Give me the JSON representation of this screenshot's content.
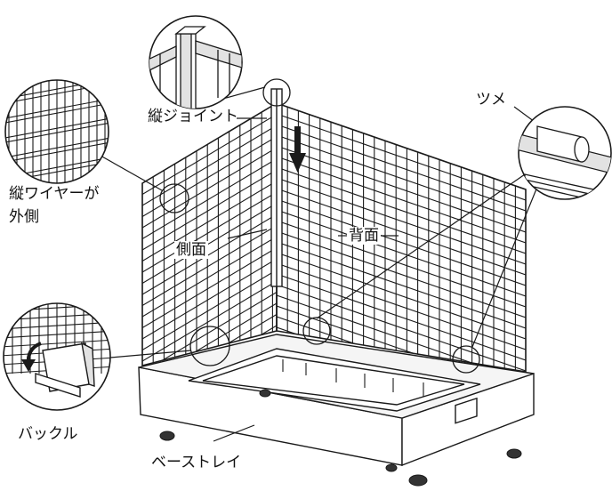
{
  "labels": {
    "vertical_joint": "縦ジョイント",
    "vertical_wire_outside_1": "縦ワイヤーが",
    "vertical_wire_outside_2": "外側",
    "side": "側面",
    "back": "背面",
    "claw": "ツメ",
    "buckle": "バックル",
    "base_tray": "ベーストレイ"
  },
  "colors": {
    "line": "#1a1a1a",
    "fill": "#ffffff",
    "shade": "#e2e2e2"
  },
  "icons": [
    "down-arrow-icon",
    "rotate-arrow-icon",
    "caster-wheel-icon"
  ]
}
